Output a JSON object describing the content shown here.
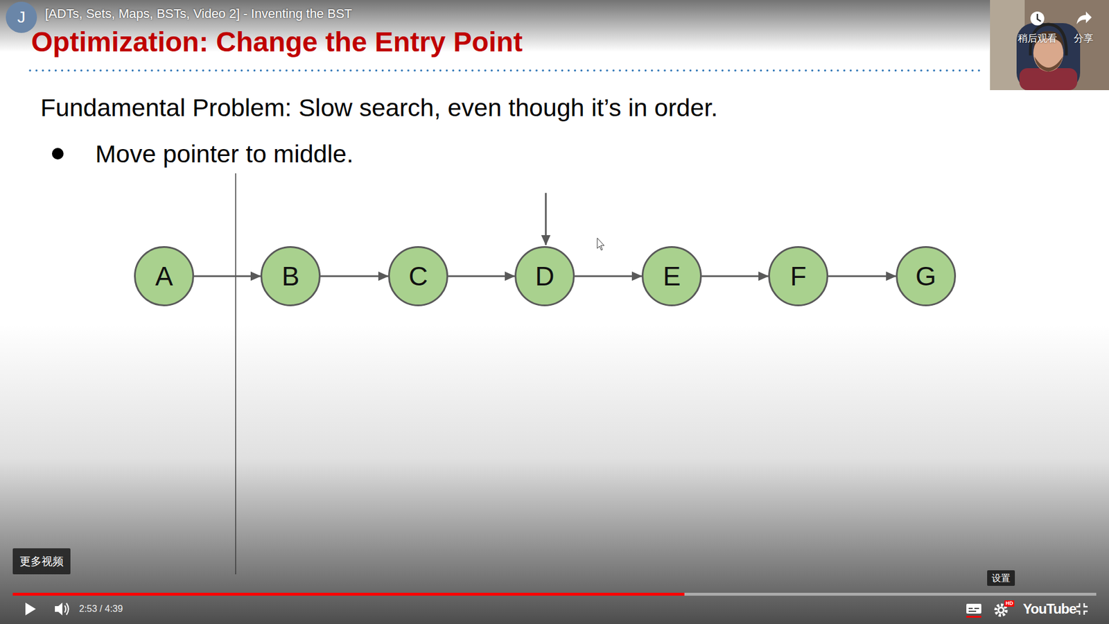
{
  "diagram": {
    "title": "Optimization: Change the Entry Point",
    "nodes": [
      {
        "text": [
          "A"
        ]
      },
      {
        "text": [
          "B"
        ]
      },
      {
        "text": [
          "C"
        ]
      },
      {
        "text": [
          "D"
        ]
      },
      {
        "text": [
          "E"
        ]
      },
      {
        "text": [
          "F"
        ]
      },
      {
        "text": [
          "G"
        ]
      }
    ],
    "edges": [
      {
        "from": 0,
        "to": 1,
        "arrow": "to"
      },
      {
        "from": 1,
        "to": 2,
        "arrow": "to"
      },
      {
        "from": 2,
        "to": 3,
        "arrow": "to"
      },
      {
        "from": 3,
        "to": 4,
        "arrow": "to"
      },
      {
        "from": 4,
        "to": 5,
        "arrow": "to"
      },
      {
        "from": 5,
        "to": 6,
        "arrow": "to"
      }
    ],
    "labels": [
      "J",
      "[ADTs, Sets, Maps, BSTs, Video 2] - Inventing the BST",
      "稍后观看",
      "分享",
      "Fundamental Problem: Slow search, even though it’s in order.",
      "Move pointer to middle.",
      "更多视频",
      "设置",
      "2:53 / 4:39",
      "HD",
      "YouTube"
    ]
  }
}
